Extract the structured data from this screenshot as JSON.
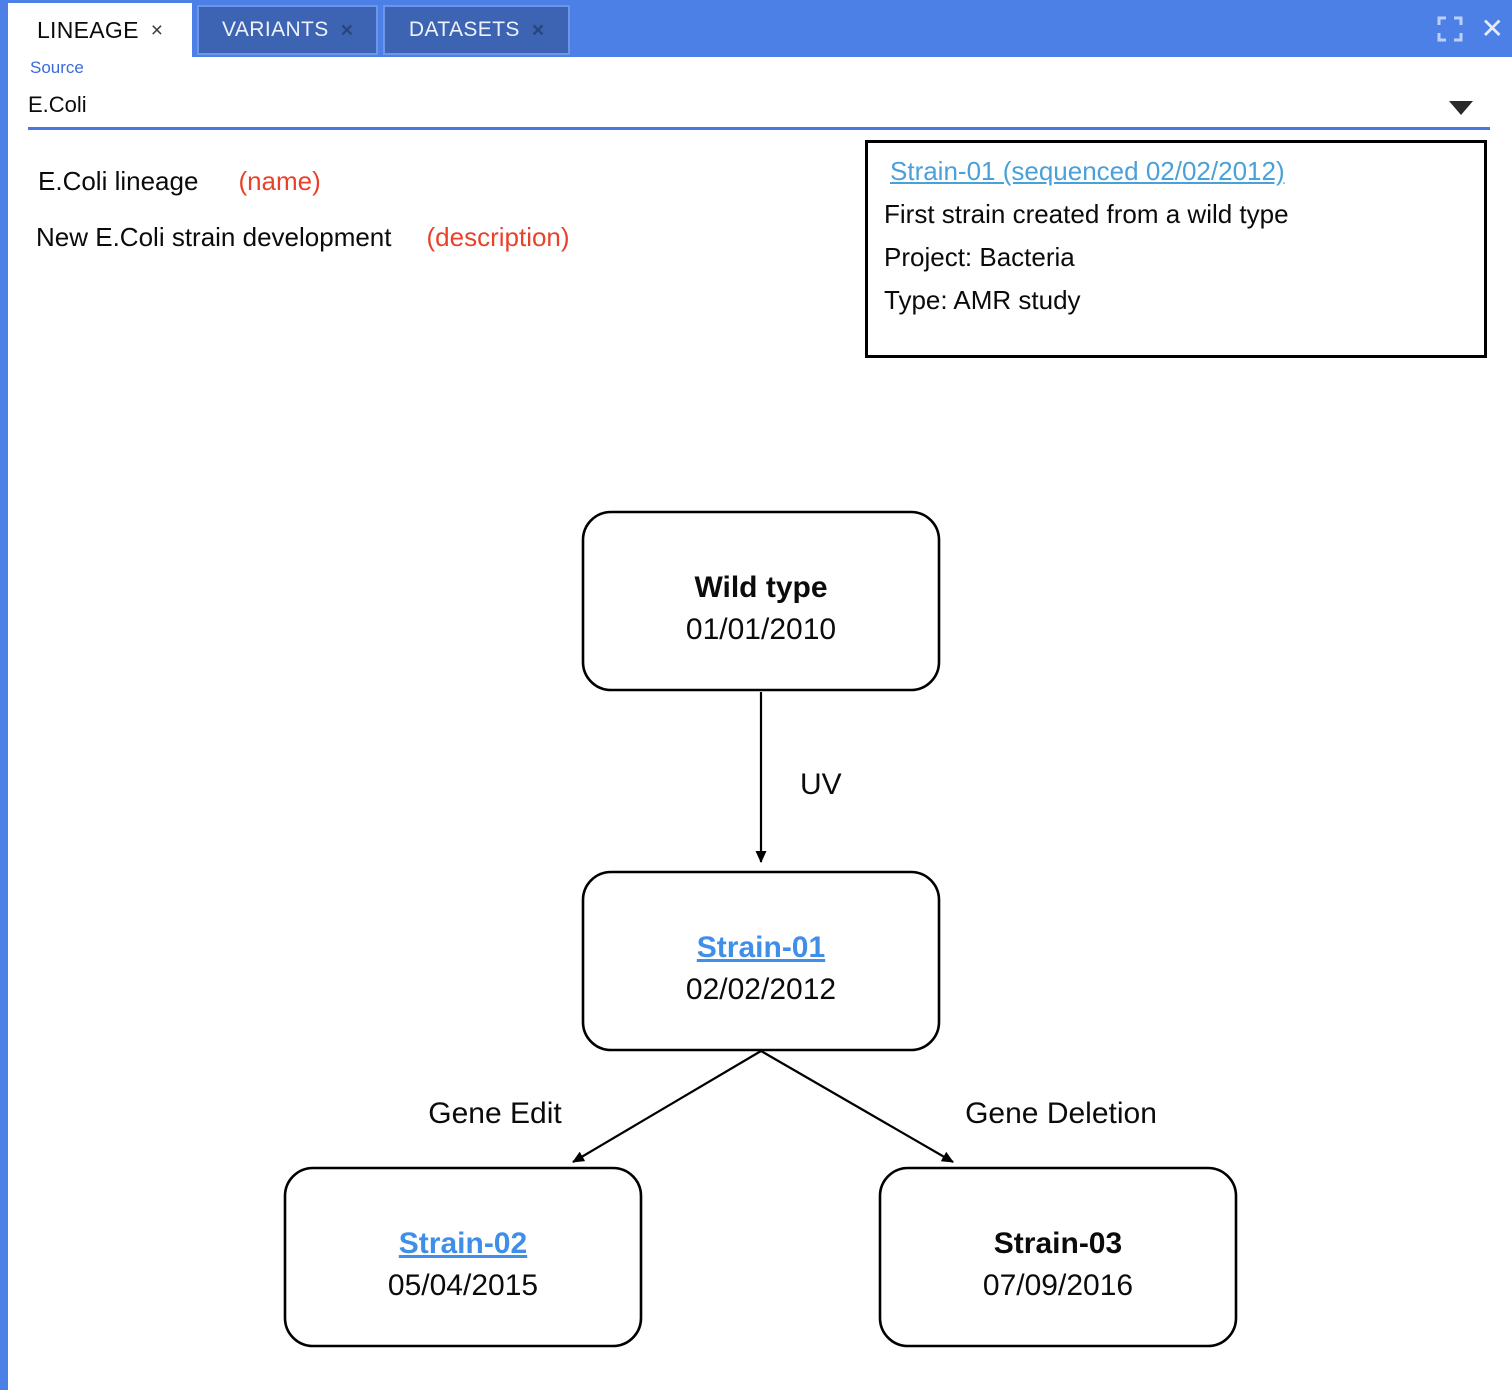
{
  "tabs": [
    {
      "label": "LINEAGE",
      "close_glyph": "×",
      "active": true
    },
    {
      "label": "VARIANTS",
      "close_glyph": "×",
      "active": false
    },
    {
      "label": "DATASETS",
      "close_glyph": "×",
      "active": false
    }
  ],
  "window_controls": {
    "close_glyph": "✕"
  },
  "source": {
    "label": "Source",
    "value": "E.Coli"
  },
  "lineage_meta": {
    "name": "E.Coli lineage",
    "name_tag": "(name)",
    "description": "New E.Coli strain development",
    "description_tag": "(description)"
  },
  "info_box": {
    "title_link": "Strain-01 (sequenced 02/02/2012)",
    "description": "First strain created from a wild type",
    "project": "Project: Bacteria",
    "type": "Type: AMR study"
  },
  "graph": {
    "nodes": [
      {
        "id": "wild-type",
        "title": "Wild type",
        "date": "01/01/2010",
        "is_link": false
      },
      {
        "id": "strain-01",
        "title": "Strain-01",
        "date": "02/02/2012",
        "is_link": true
      },
      {
        "id": "strain-02",
        "title": "Strain-02",
        "date": "05/04/2015",
        "is_link": true
      },
      {
        "id": "strain-03",
        "title": "Strain-03",
        "date": "07/09/2016",
        "is_link": false
      }
    ],
    "edges": [
      {
        "from": "wild-type",
        "to": "strain-01",
        "label": "UV"
      },
      {
        "from": "strain-01",
        "to": "strain-02",
        "label": "Gene Edit"
      },
      {
        "from": "strain-01",
        "to": "strain-03",
        "label": "Gene Deletion"
      }
    ]
  },
  "colors": {
    "header_blue": "#4d80e6",
    "inactive_tab_blue": "#3d64b3",
    "select_underline_blue": "#4a78e0",
    "source_label_blue": "#3a6bdb",
    "annotation_red": "#e8432a",
    "info_link_blue": "#4aa0d8",
    "node_link_blue": "#3f8fe9"
  }
}
